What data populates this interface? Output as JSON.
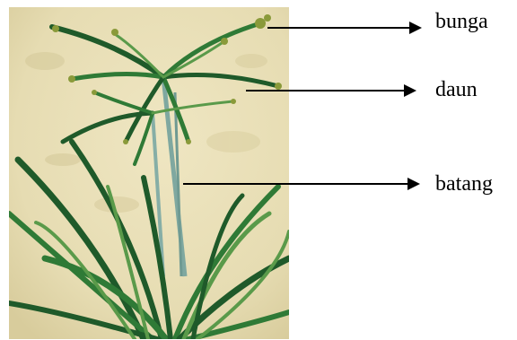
{
  "image": {
    "subject": "plant-photo",
    "colors": {
      "background": "#e9e0b8",
      "stem": "#7fa8a0",
      "leaf_dark": "#1f5a2a",
      "leaf_mid": "#2f7a36",
      "leaf_light": "#5a9a4a"
    }
  },
  "labels": {
    "flower": "bunga",
    "leaf": "daun",
    "stem": "batang"
  }
}
